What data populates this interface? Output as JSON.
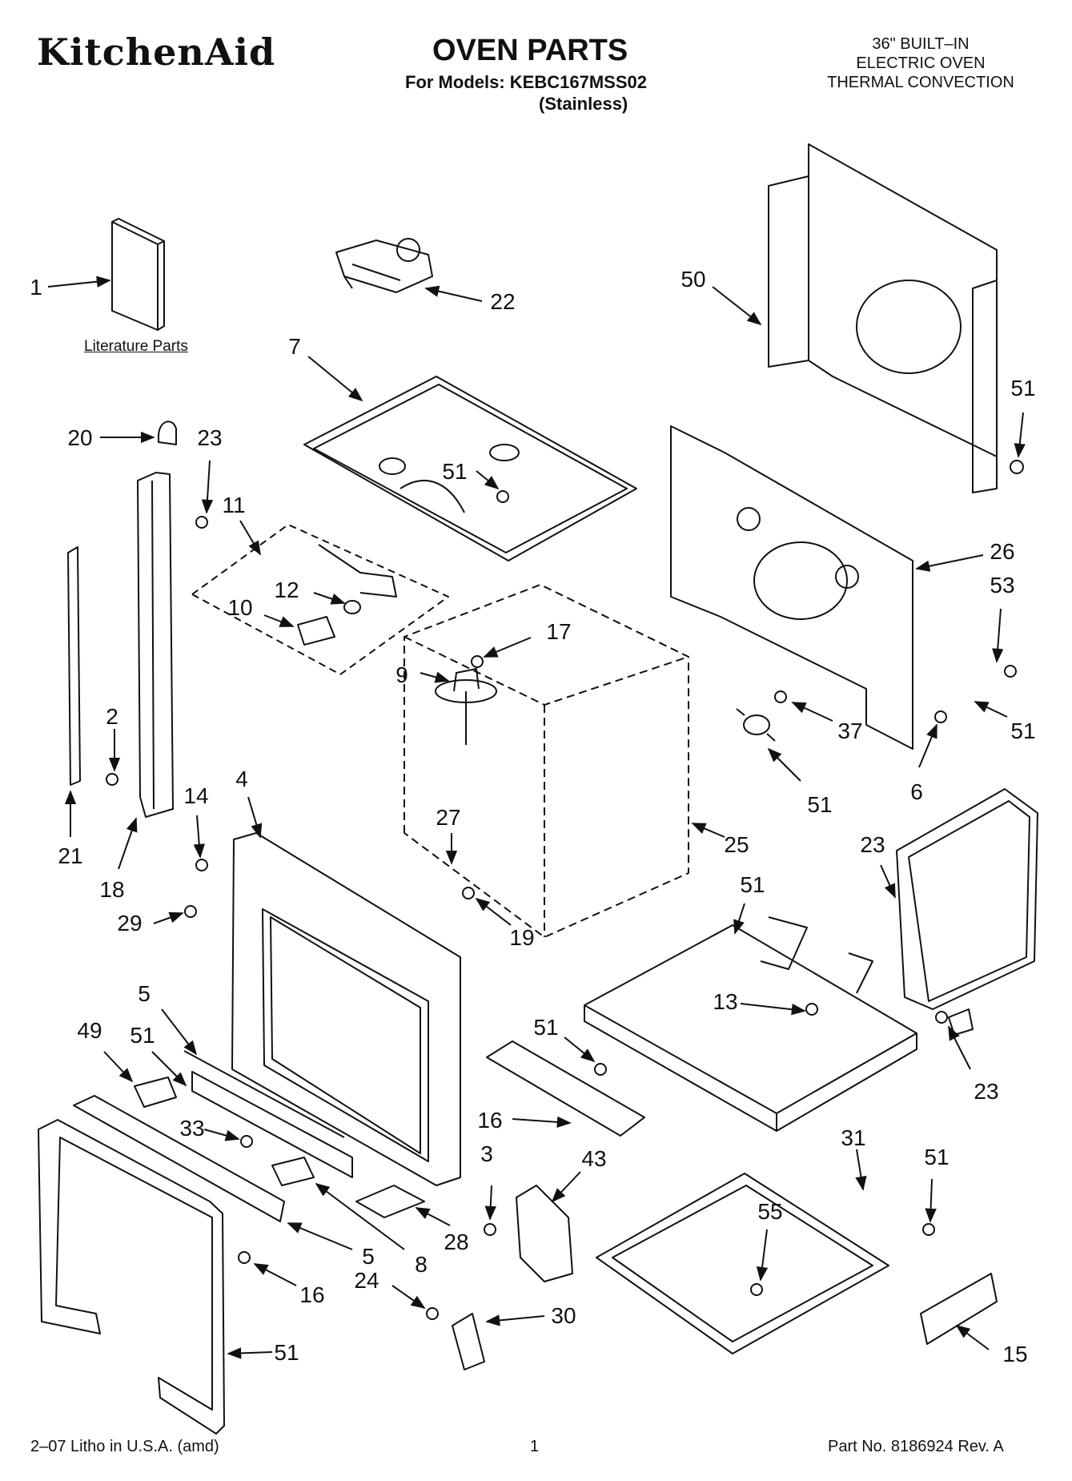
{
  "header": {
    "brand": "KitchenAid",
    "title": "OVEN PARTS",
    "models_line": "For Models: KEBC167MSS02",
    "variant": "(Stainless)",
    "spec_lines": [
      "36\" BUILT–IN",
      "ELECTRIC OVEN",
      "THERMAL CONVECTION"
    ]
  },
  "literature_label": "Literature Parts",
  "callouts": [
    "1",
    "22",
    "50",
    "7",
    "51",
    "20",
    "23",
    "11",
    "12",
    "10",
    "26",
    "51",
    "17",
    "9",
    "53",
    "51",
    "37",
    "51",
    "6",
    "2",
    "21",
    "18",
    "14",
    "4",
    "29",
    "27",
    "25",
    "23",
    "19",
    "51",
    "13",
    "5",
    "49",
    "51",
    "51",
    "23",
    "33",
    "16",
    "3",
    "43",
    "31",
    "51",
    "55",
    "5",
    "8",
    "28",
    "16",
    "24",
    "30",
    "15",
    "51"
  ],
  "footer": {
    "litho": "2–07 Litho in U.S.A. (amd)",
    "page": "1",
    "part_no": "Part No. 8186924 Rev. A"
  }
}
